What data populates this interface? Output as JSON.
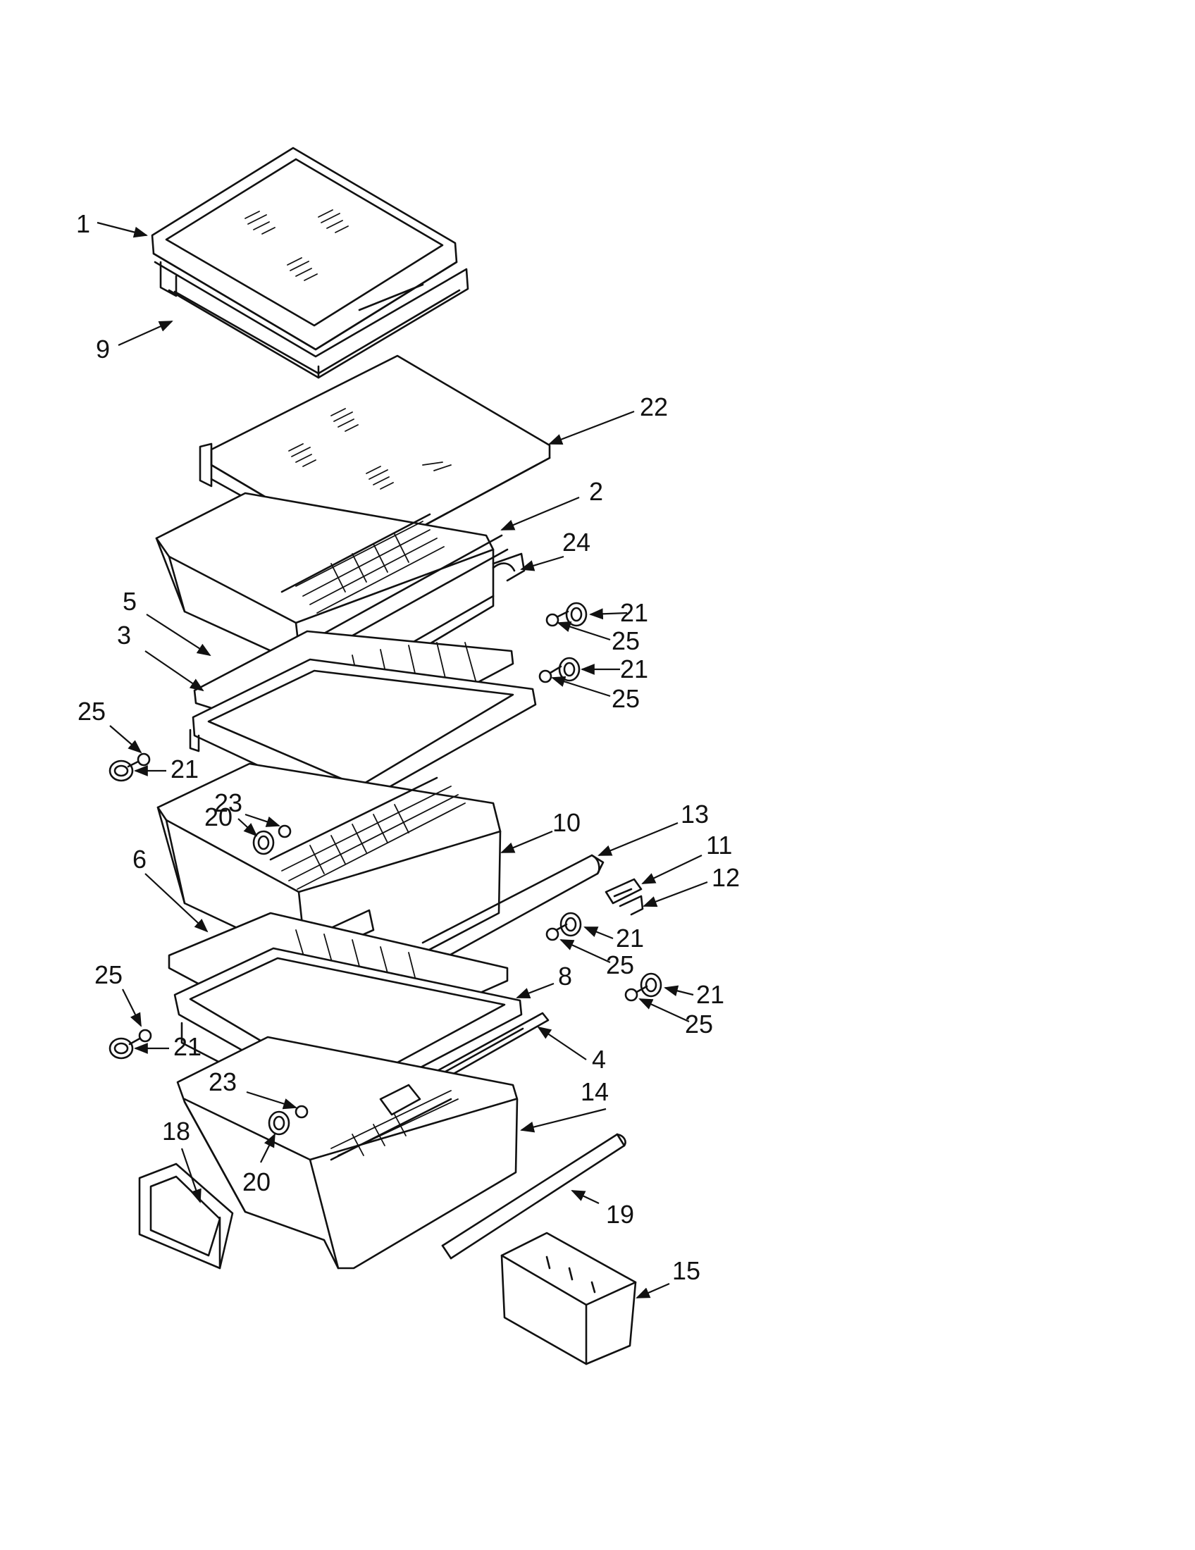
{
  "labels": {
    "l1": "1",
    "l9": "9",
    "l22": "22",
    "l2": "2",
    "l24": "24",
    "l5": "5",
    "l3": "3",
    "l21a": "21",
    "l25a": "25",
    "l21b": "21",
    "l25b": "25",
    "l25c": "25",
    "l21c": "21",
    "l23a": "23",
    "l20a": "20",
    "l10": "10",
    "l13": "13",
    "l11": "11",
    "l12": "12",
    "l6": "6",
    "l21d": "21",
    "l25d": "25",
    "l8": "8",
    "l21e": "21",
    "l25e": "25",
    "l25f": "25",
    "l21f": "21",
    "l4": "4",
    "l23b": "23",
    "l14": "14",
    "l18": "18",
    "l20b": "20",
    "l19": "19",
    "l15": "15"
  }
}
